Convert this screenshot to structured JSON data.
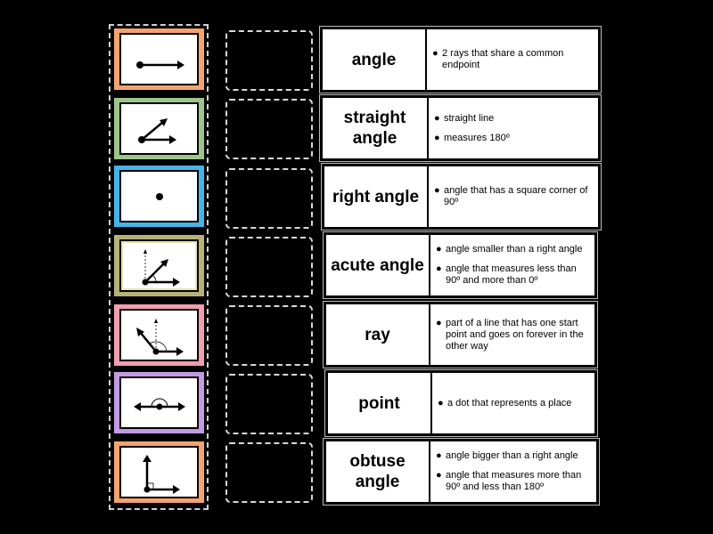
{
  "tiles": [
    {
      "icon": "ray-icon",
      "color": "#f4a36f",
      "text_value": "",
      "hint": "ray"
    },
    {
      "icon": "angle-icon",
      "color": "#9dc58b",
      "hint": "angle"
    },
    {
      "icon": "point-icon",
      "color": "#45b5e8",
      "hint": "point"
    },
    {
      "icon": "acute-angle-icon",
      "color": "#b6b27a",
      "hint": "acute angle"
    },
    {
      "icon": "obtuse-angle-icon",
      "color": "#f19eb0",
      "hint": "obtuse angle"
    },
    {
      "icon": "straight-angle-icon",
      "color": "#c39be3",
      "hint": "straight angle"
    },
    {
      "icon": "right-angle-icon",
      "color": "#f4a36f",
      "hint": "right angle"
    }
  ],
  "cards": [
    {
      "term": "angle",
      "definitions": [
        "2 rays that share a common endpoint"
      ]
    },
    {
      "term": "straight angle",
      "definitions": [
        "straight line",
        "measures 180º"
      ]
    },
    {
      "term": "right angle",
      "definitions": [
        "angle that has a square corner of 90º"
      ]
    },
    {
      "term": "acute angle",
      "definitions": [
        "angle smaller than a right angle",
        "angle that measures less than 90º and more than 0º"
      ]
    },
    {
      "term": "ray",
      "definitions": [
        "part of a line that has one start point and goes on forever in the other way"
      ]
    },
    {
      "term": "point",
      "definitions": [
        "a dot that represents a place"
      ]
    },
    {
      "term": "obtuse angle",
      "definitions": [
        "angle bigger than a right angle",
        "angle that measures more than 90º and less than 180º"
      ]
    }
  ],
  "bullet_char": "●"
}
